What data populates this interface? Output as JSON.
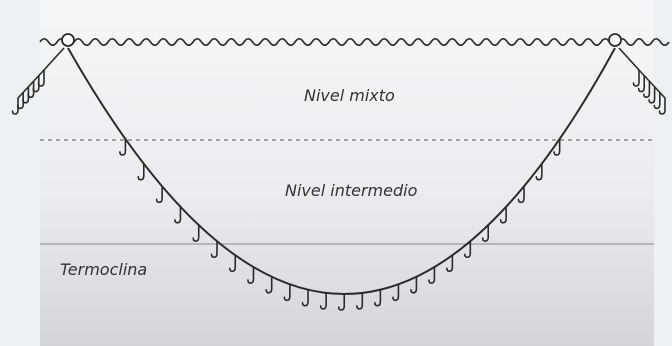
{
  "diagram": {
    "labels": {
      "mixed_layer": "Nivel mixto",
      "intermediate_layer": "Nivel intermedio",
      "thermocline": "Termoclina"
    },
    "colors": {
      "outer_background": "#eef0f2",
      "water_top": "#f7f7f8",
      "water_mid": "#ebebed",
      "water_bottom": "#d5d5d8",
      "line": "#2b2b2b",
      "mixed_boundary": "#8a8a8a",
      "thermocline": "#a8a8a8"
    },
    "icons": [
      "buoy-icon",
      "hook-icon",
      "wave-surface-icon"
    ]
  }
}
